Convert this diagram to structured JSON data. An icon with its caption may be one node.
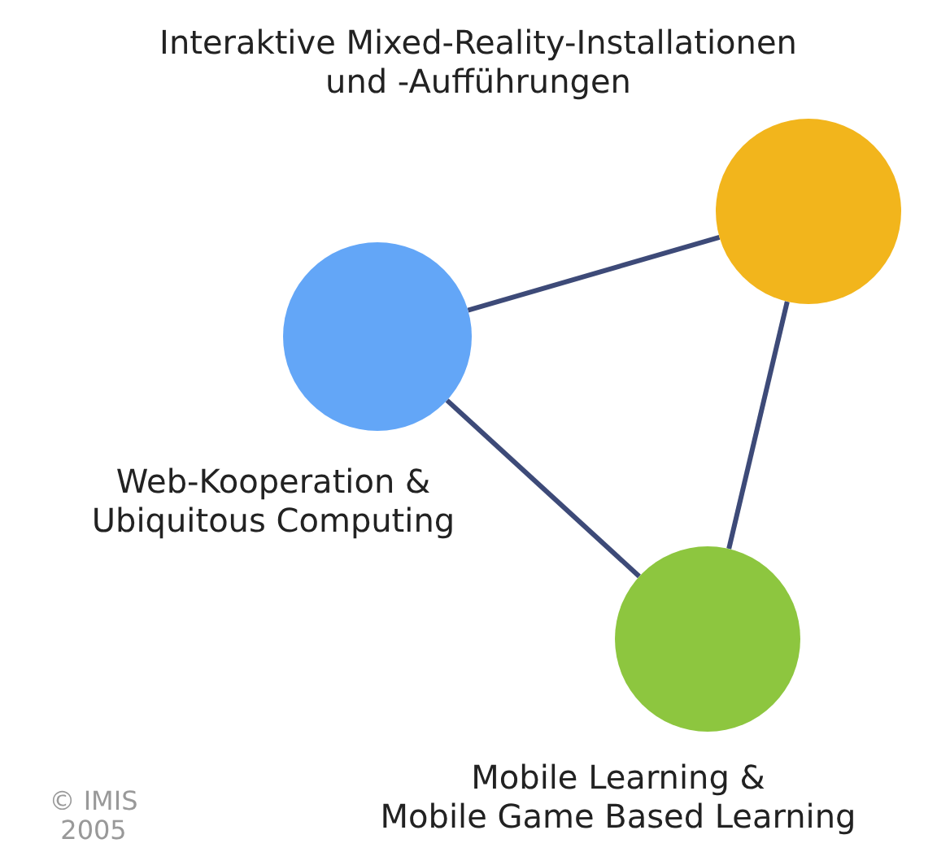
{
  "diagram": {
    "nodes": [
      {
        "text": [],
        "shape": "circle",
        "beside": [
          "Interaktive Mixed-Reality-Installationen und -Aufführungen"
        ]
      },
      {
        "text": [],
        "shape": "circle",
        "beside": [
          "Web-Kooperation & Ubiquitous Computing"
        ]
      },
      {
        "text": [],
        "shape": "circle",
        "beside": [
          "Mobile Learning & Mobile Game Based Learning"
        ]
      }
    ],
    "edges": [
      {
        "from": 1,
        "to": 0,
        "arrow": "none"
      },
      {
        "from": 0,
        "to": 2,
        "arrow": "none"
      },
      {
        "from": 1,
        "to": 2,
        "arrow": "none"
      }
    ],
    "labels": [
      "© IMIS 2005"
    ]
  }
}
